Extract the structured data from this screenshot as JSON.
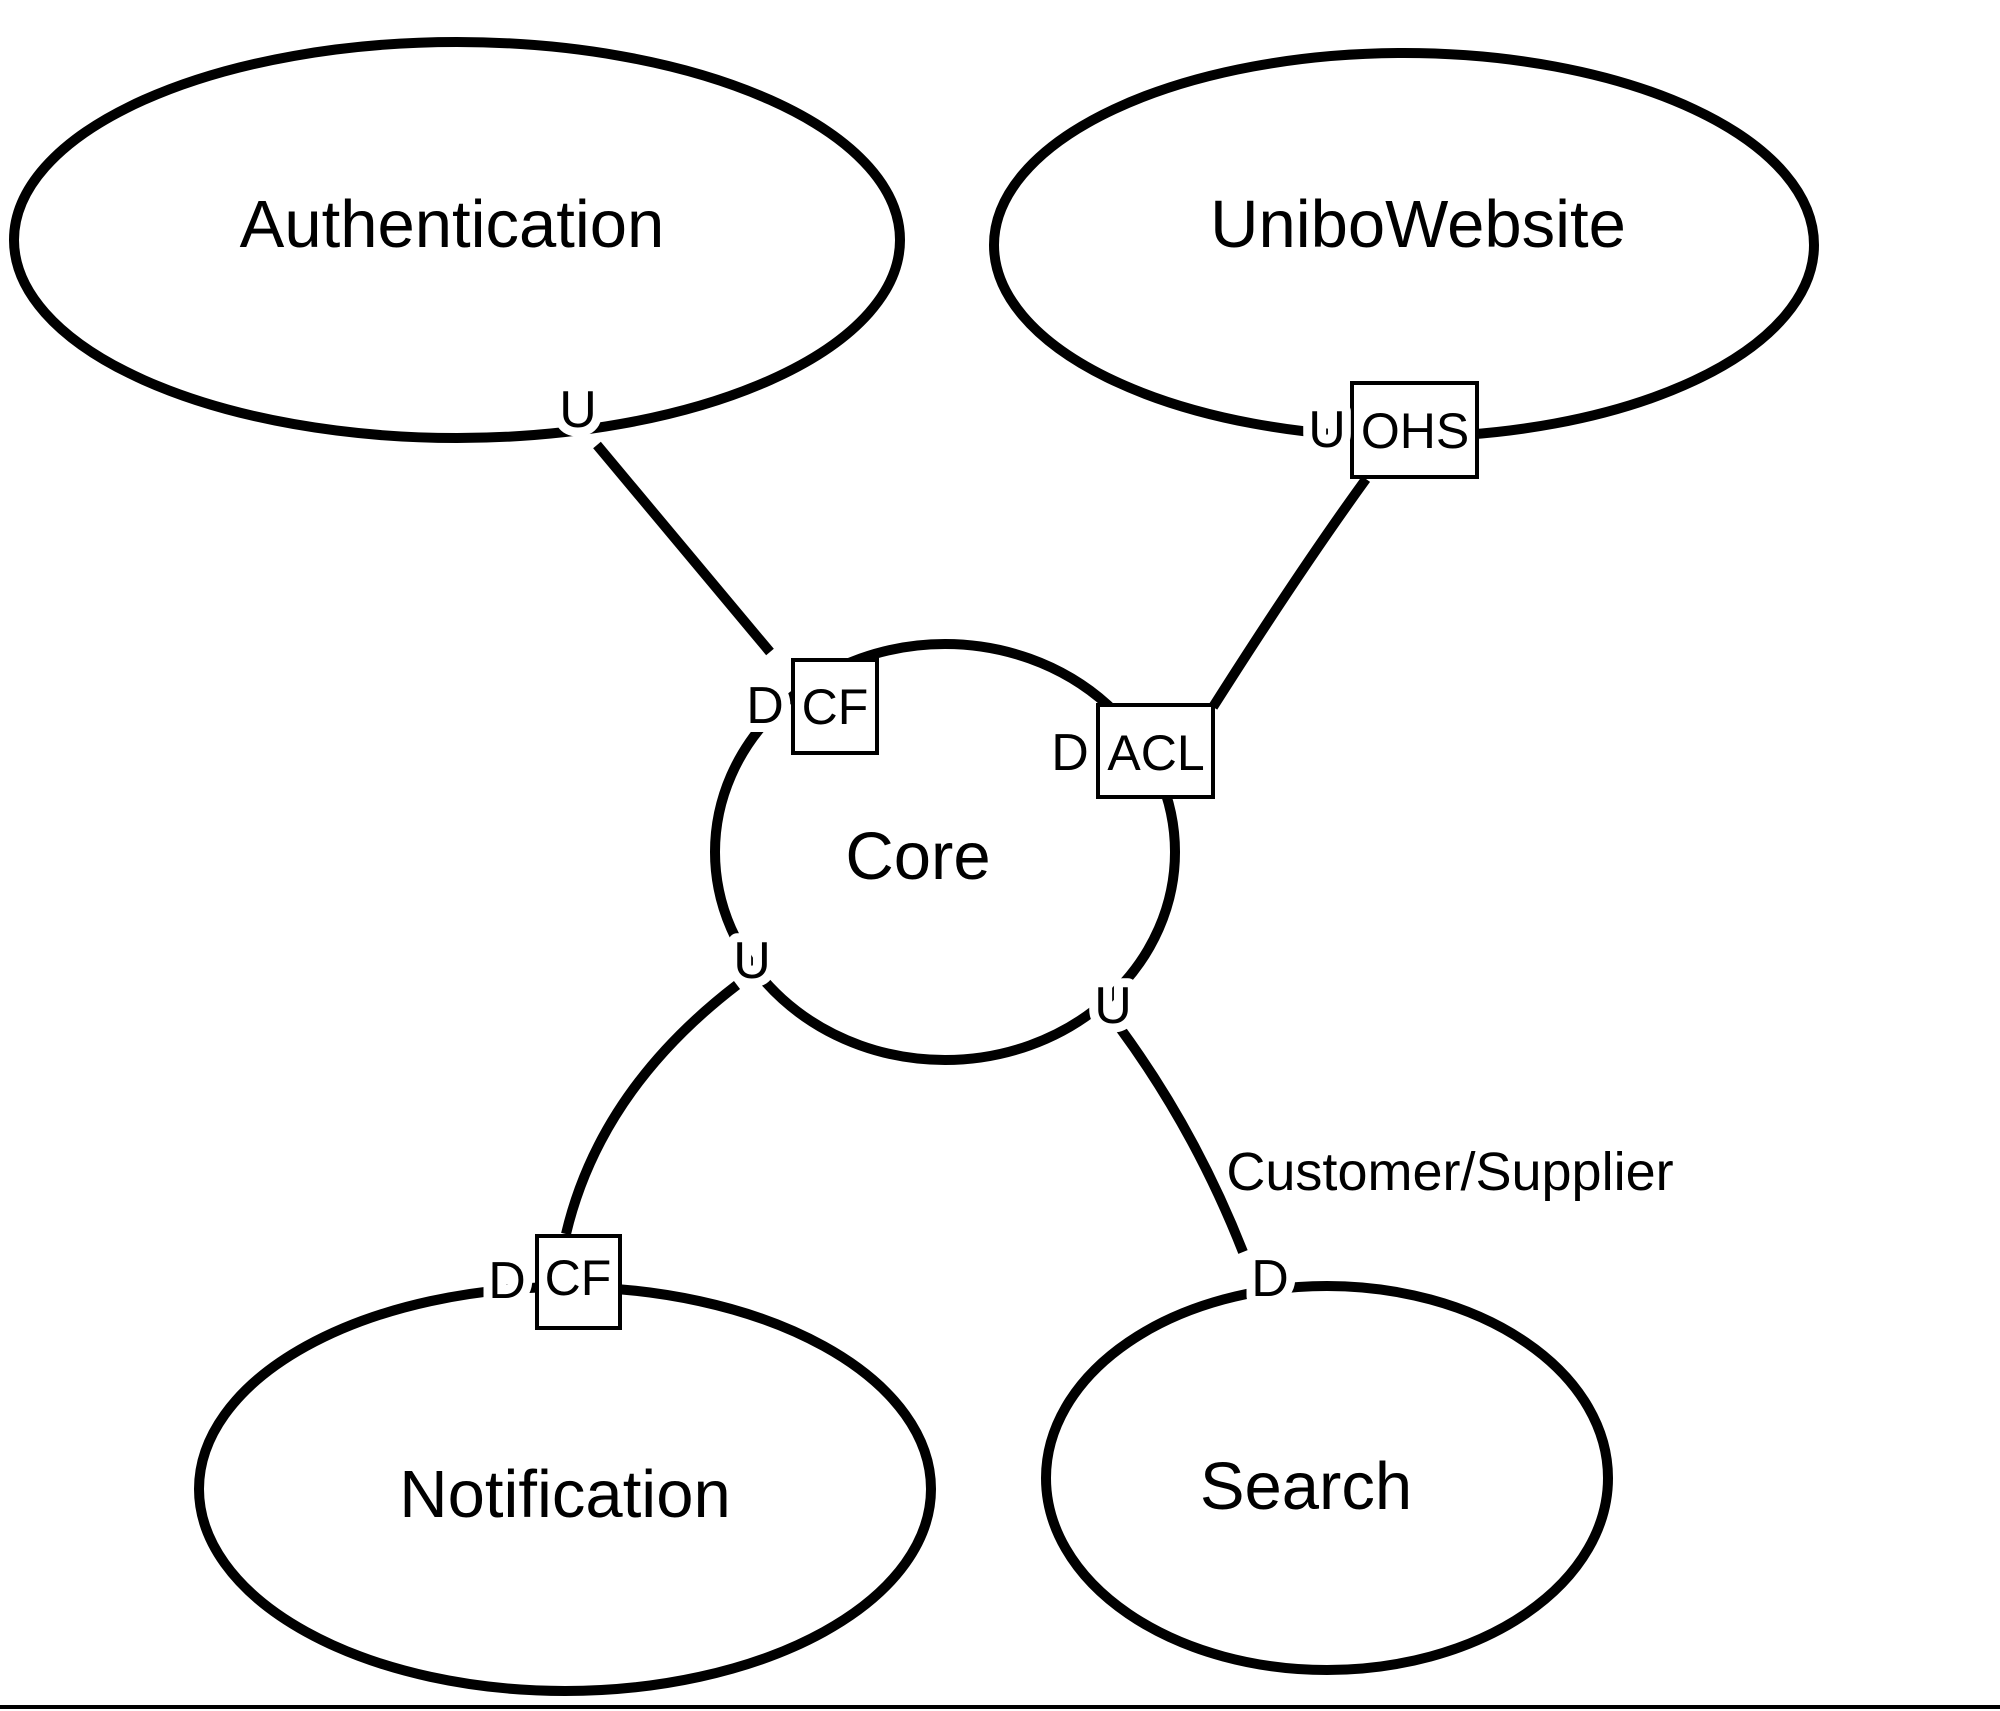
{
  "page": {
    "background_color": "#ffffff",
    "ink_color": "#000000"
  },
  "diagram": {
    "type": "ddd-context-map",
    "nodes": {
      "authentication": {
        "label": "Authentication"
      },
      "unibo_website": {
        "label": "UniboWebsite"
      },
      "core": {
        "label": "Core"
      },
      "notification": {
        "label": "Notification"
      },
      "search": {
        "label": "Search"
      }
    },
    "markers": {
      "upstream": "U",
      "downstream": "D"
    },
    "patterns": {
      "core_cf": "CF",
      "core_acl": "ACL",
      "unibo_ohs": "OHS",
      "notification_cf": "CF"
    },
    "relationships": {
      "core_search": "Customer/Supplier"
    }
  }
}
